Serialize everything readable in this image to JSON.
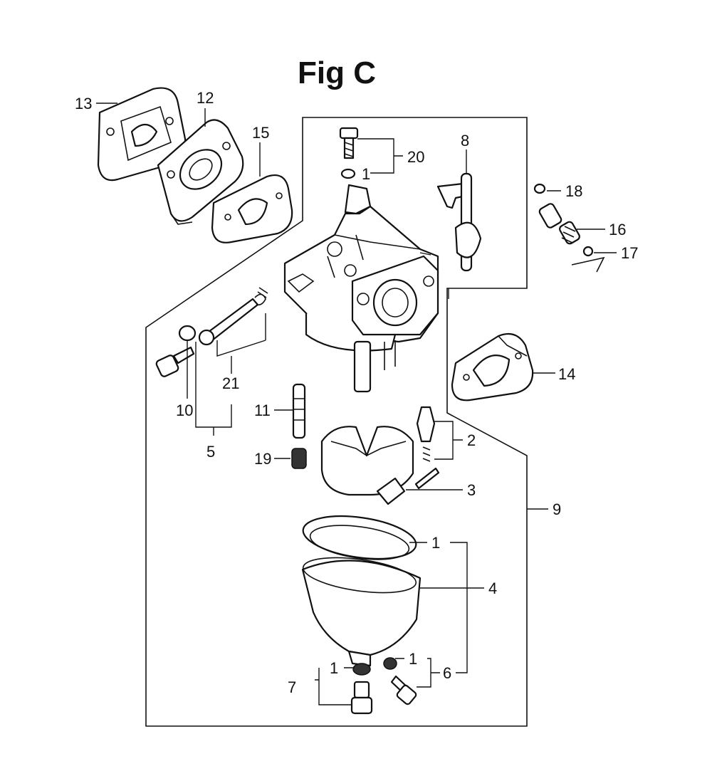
{
  "figure": {
    "title": "Fig C"
  },
  "callouts": {
    "c1a": "1",
    "c1b": "1",
    "c1c": "1",
    "c1d": "1",
    "c2": "2",
    "c3": "3",
    "c4": "4",
    "c5": "5",
    "c6": "6",
    "c7": "7",
    "c8": "8",
    "c9": "9",
    "c10": "10",
    "c11": "11",
    "c12": "12",
    "c13": "13",
    "c14": "14",
    "c15": "15",
    "c16": "16",
    "c17": "17",
    "c18": "18",
    "c19": "19",
    "c20": "20",
    "c21": "21"
  }
}
